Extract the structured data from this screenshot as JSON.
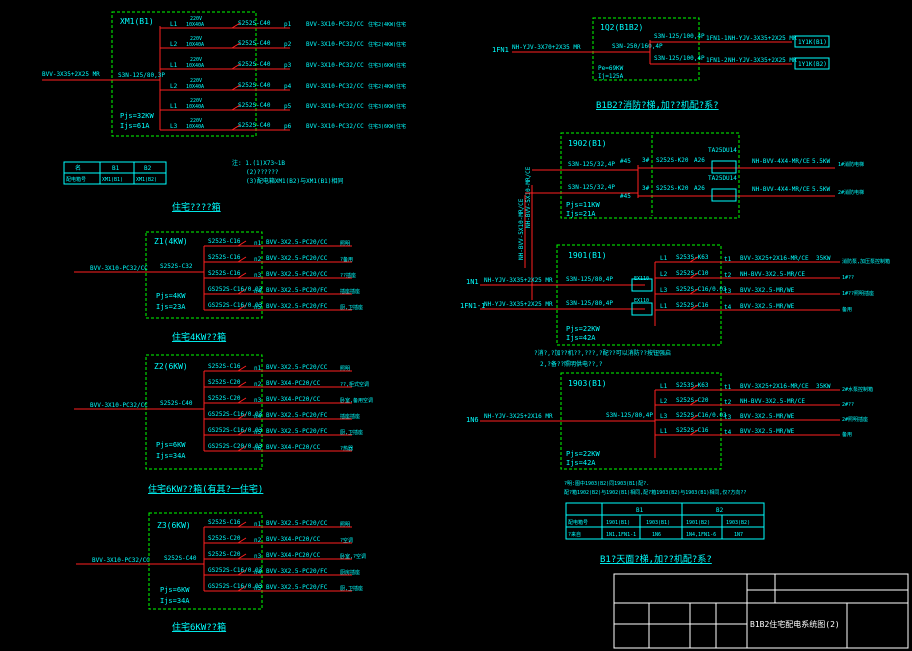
{
  "colors": {
    "background": "#000000",
    "wire": "#ff2020",
    "box": "#00ff00",
    "text": "#00ffff",
    "frame": "#ffffff",
    "title": "#ffffff"
  },
  "xm1": {
    "name": "XM1(B1)",
    "incoming": "BVV-3X35+2X25  MR",
    "breaker": "S3N-125/80,3P",
    "pjs": "Pjs=32KW",
    "ijs": "Ijs=61A",
    "phases": [
      "L1",
      "L2",
      "L1",
      "L2",
      "L1",
      "L3"
    ],
    "ratings": [
      "220V 10X40A",
      "220V 10X40A",
      "220V 10X40A",
      "220V 10X40A",
      "220V 10X40A",
      "220V 10X40A"
    ],
    "breakers": [
      "S252S-C40",
      "S252S-C40",
      "S252S-C40",
      "S252S-C40",
      "S252S-C40",
      "S252S-C40"
    ],
    "circuits": [
      "p1",
      "p2",
      "p3",
      "p4",
      "p5",
      "p6"
    ],
    "cables": [
      "BVV-3X10-PC32/CC",
      "BVV-3X10-PC32/CC",
      "BVV-3X10-PC32/CC",
      "BVV-3X10-PC32/CC",
      "BVV-3X10-PC32/CC",
      "BVV-3X10-PC32/CC"
    ],
    "loads": [
      "住宅2(4KW)住宅",
      "住宅2(4KW)住宅",
      "住宅3(6KW)住宅",
      "住宅2(4KW)住宅",
      "住宅3(6KW)住宅",
      "住宅3(6KW)住宅"
    ],
    "caption": "住宅????箱"
  },
  "xm_table": {
    "rows": [
      [
        "名",
        "B1",
        "B2"
      ],
      [
        "配电箱号",
        "XM1(B1)",
        "XM1(B2)"
      ]
    ]
  },
  "notes_top": [
    "注: 1.(1)X73~1B",
    "(2)??????",
    "(3)配电箱XM1(B2)与XM1(B1)相同"
  ],
  "z1": {
    "name": "Z1(4KW)",
    "incoming": "BVV-3X10-PC32/CC",
    "breaker": "S252S-C32",
    "pjs": "Pjs=4KW",
    "ijs": "Ijs=23A",
    "breakers": [
      "S252S-C16",
      "S252S-C16",
      "S252S-C16",
      "GS252S-C16/0.03",
      "GS252S-C16/0.03"
    ],
    "circuits": [
      "n1",
      "n2",
      "n3",
      "n4",
      "n5"
    ],
    "cables": [
      "BVV-3X2.5-PC20/CC",
      "BVV-3X2.5-PC20/CC",
      "BVV-3X2.5-PC20/CC",
      "BVV-3X2.5-PC20/FC",
      "BVV-3X2.5-PC20/FC"
    ],
    "loads": [
      "照明",
      "?备用",
      "??插座",
      "插座插座",
      "厨,卫插座"
    ],
    "caption": "住宅4KW??箱"
  },
  "z2": {
    "name": "Z2(6KW)",
    "incoming": "BVV-3X10-PC32/CC",
    "breaker": "S252S-C40",
    "pjs": "Pjs=6KW",
    "ijs": "Ijs=34A",
    "breakers": [
      "S252S-C16",
      "S252S-C20",
      "S252S-C20",
      "GS252S-C16/0.03",
      "GS252S-C16/0.03",
      "GS252S-C20/0.03"
    ],
    "circuits": [
      "n1",
      "n2",
      "n3",
      "n4",
      "n5",
      "n6"
    ],
    "cables": [
      "BVV-3X2.5-PC20/CC",
      "BVV-3X4-PC20/CC",
      "BVV-3X4-PC20/CC",
      "BVV-3X2.5-PC20/FC",
      "BVV-3X2.5-PC20/FC",
      "BVV-3X4-PC20/CC"
    ],
    "loads": [
      "照明",
      "??,柜式空调",
      "卧室,备用空调",
      "插座插座",
      "厨,卫插座",
      "?热器"
    ],
    "caption": "住宅6KW??箱(有其?一住宅)"
  },
  "z3": {
    "name": "Z3(6KW)",
    "incoming": "BVV-3X10-PC32/CC",
    "breaker": "S252S-C40",
    "pjs": "Pjs=6KW",
    "ijs": "Ijs=34A",
    "breakers": [
      "S252S-C16",
      "S252S-C20",
      "S252S-C20",
      "GS252S-C16/0.03",
      "GS252S-C16/0.03"
    ],
    "circuits": [
      "n1",
      "n2",
      "n3",
      "n4",
      "n5"
    ],
    "cables": [
      "BVV-3X2.5-PC20/CC",
      "BVV-3X4-PC20/CC",
      "BVV-3X4-PC20/CC",
      "BVV-3X2.5-PC20/FC",
      "BVV-3X2.5-PC20/FC"
    ],
    "loads": [
      "照明",
      "?空调",
      "卧室,?空调",
      "厨房插座",
      "厨,卫插座"
    ],
    "caption": "住宅6KW??箱"
  },
  "q2": {
    "name": "1Q2(B1B2)",
    "from": "1FN1",
    "incoming": "NH-YJV-3X70+2X35  MR",
    "breaker": "S3N-250/160,4P",
    "pe": "Pe=69KW",
    "ij": "Ij=125A",
    "outs": [
      {
        "breaker": "S3N-125/100,4P",
        "circuit": "1FN1-1",
        "cable": "NH-YJV-3X35+2X25  MR",
        "load": "1Y1K(B1)"
      },
      {
        "breaker": "S3N-125/100,4P",
        "circuit": "1FN1-2",
        "cable": "NH-YJV-3X35+2X25  MR",
        "load": "1Y1K(B2)"
      }
    ],
    "caption": "B1B2?消防?梯,加??机配?系?"
  },
  "q902": {
    "name": "1902(B1)",
    "riser1": "NH-BVV-5X10-MR/CE",
    "riser2": "NH-BVV-5X10-MR/CE",
    "inbreakers": [
      "S3N-125/32,4P",
      "S3N-125/32,4P"
    ],
    "marks": [
      "#45",
      "#45"
    ],
    "pjs": "Pjs=11KW",
    "ijs": "Ijs=21A",
    "boxes": [
      "TA25DU14",
      "TA25DU14"
    ],
    "outbreakers": [
      "S252S-K20",
      "S252S-K20"
    ],
    "amps": [
      "A26",
      "A26"
    ],
    "phases": [
      "3#",
      "3#"
    ],
    "cables": [
      "NH-BVV-4X4-MR/CE",
      "NH-BVV-4X4-MR/CE"
    ],
    "powers": [
      "5.5KW",
      "5.5KW"
    ],
    "loads": [
      "1#消防电梯",
      "2#消防电梯"
    ]
  },
  "q901": {
    "name": "1901(B1)",
    "from1": "1N1",
    "from2": "1FN1-1",
    "cable1": "NH-YJV-3X35+2X25  MR",
    "cable2": "NH-YJV-3X35+2X25  MR",
    "inbreakers": [
      "S3N-125/80,4P",
      "S3N-125/80,4P"
    ],
    "ats": [
      "EX110",
      "EX110"
    ],
    "pjs": "Pjs=22KW",
    "ijs": "Ijs=42A",
    "phases": [
      "L1",
      "L2",
      "L3",
      "L1"
    ],
    "breakers": [
      "S253S-K63",
      "S252S-C10",
      "S252S-C16/0.03",
      "S252S-C16"
    ],
    "circuits": [
      "t1",
      "t2",
      "t3",
      "t4"
    ],
    "cables": [
      "BVV-3X25+2X16-MR/CE",
      "NH-BVV-3X2.5-MR/CE",
      "BVV-3X2.5-MR/WE",
      "BVV-3X2.5-MR/WE"
    ],
    "powers": [
      "35KW",
      "",
      "",
      ""
    ],
    "loads": [
      "消防泵,加压泵控制箱",
      "1#??",
      "1#??照明插座",
      "备用"
    ]
  },
  "notes_mid": [
    "?消?,?加??机??,???,?配??可以消防??按钮强启",
    "2,?备??照明供电??,?"
  ],
  "q903": {
    "name": "1903(B1)",
    "from": "1N6",
    "cable": "NH-YJV-3X25+2X16  MR",
    "inbreaker": "S3N-125/80,4P",
    "pjs": "Pjs=22KW",
    "ijs": "Ijs=42A",
    "phases": [
      "L1",
      "L2",
      "L3",
      "L1"
    ],
    "breakers": [
      "S253S-K63",
      "S252S-C20",
      "S252S-C16/0.03",
      "S252S-C16"
    ],
    "circuits": [
      "t1",
      "t2",
      "t3",
      "t4"
    ],
    "cables": [
      "BVV-3X25+2X16-MR/CE",
      "NH-BVV-3X2.5-MR/CE",
      "BVV-3X2.5-MR/WE",
      "BVV-3X2.5-MR/WE"
    ],
    "powers": [
      "35KW",
      "",
      "",
      ""
    ],
    "loads": [
      "2#水泵控制箱",
      "2#??",
      "2#照明插座",
      "备用"
    ]
  },
  "notes_low": [
    "?明:图中1903(B2)同1903(B1)配?.",
    "配?箱1902(B2)与1902(B1)相同,配?箱1903(B2)与1903(B1)相同,仅?方向??"
  ],
  "b_table": {
    "headers": [
      "",
      "B1",
      "",
      "B2",
      ""
    ],
    "rows": [
      [
        "配电箱号",
        "1901(B1)",
        "1903(B1)",
        "1901(B2)",
        "1903(B2)"
      ],
      [
        "?来自",
        "1N1,1FN1-1",
        "1N6",
        "1N4,1FN1-6",
        "1N7"
      ]
    ]
  },
  "b_caption": "B1?天面?梯,加??机配?系?",
  "title_block": {
    "drawing_title": "B1B2住宅配电系统图(2)"
  }
}
